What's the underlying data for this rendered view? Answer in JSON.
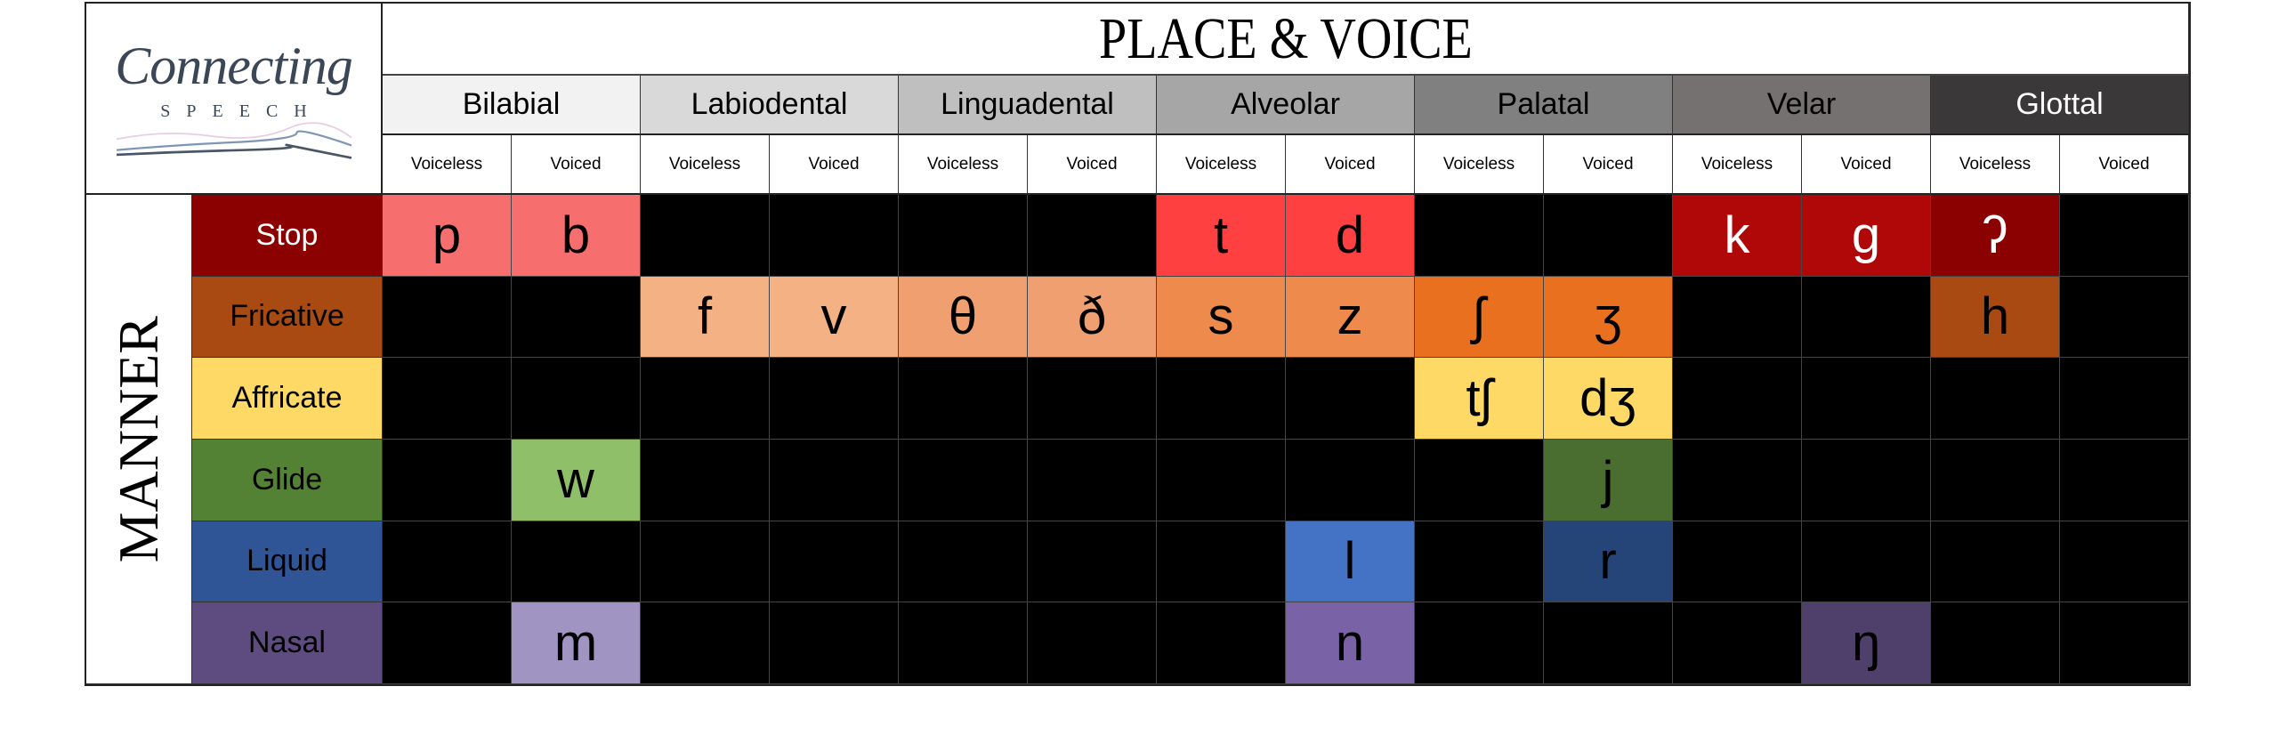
{
  "logo": {
    "main": "Connecting",
    "sub": "SPEECH"
  },
  "title": "PLACE & VOICE",
  "manner_title": "MANNER",
  "places": [
    {
      "label": "Bilabial",
      "color": "#f2f2f2",
      "text_color": "#000000"
    },
    {
      "label": "Labiodental",
      "color": "#d9d9d9",
      "text_color": "#000000"
    },
    {
      "label": "Linguadental",
      "color": "#bfbfbf",
      "text_color": "#000000"
    },
    {
      "label": "Alveolar",
      "color": "#a6a6a6",
      "text_color": "#000000"
    },
    {
      "label": "Palatal",
      "color": "#808080",
      "text_color": "#000000"
    },
    {
      "label": "Velar",
      "color": "#757171",
      "text_color": "#000000"
    },
    {
      "label": "Glottal",
      "color": "#3a3838",
      "text_color": "#ffffff"
    }
  ],
  "voicing": [
    "Voiceless",
    "Voiced"
  ],
  "manners": [
    {
      "label": "Stop",
      "color": "#8b0000",
      "text_color": "#ffffff",
      "cells": [
        {
          "s": "p",
          "bg": "#f76e6e",
          "fg": "#000"
        },
        {
          "s": "b",
          "bg": "#f76e6e",
          "fg": "#000"
        },
        null,
        null,
        null,
        null,
        {
          "s": "t",
          "bg": "#fe4040",
          "fg": "#000"
        },
        {
          "s": "d",
          "bg": "#fe4040",
          "fg": "#000"
        },
        null,
        null,
        {
          "s": "k",
          "bg": "#b00808",
          "fg": "#fff"
        },
        {
          "s": "g",
          "bg": "#b00808",
          "fg": "#fff"
        },
        {
          "s": "ʔ",
          "bg": "#8b0000",
          "fg": "#fff"
        },
        null
      ]
    },
    {
      "label": "Fricative",
      "color": "#a84a12",
      "text_color": "#000000",
      "cells": [
        null,
        null,
        {
          "s": "f",
          "bg": "#f4b183",
          "fg": "#000"
        },
        {
          "s": "v",
          "bg": "#f4b183",
          "fg": "#000"
        },
        {
          "s": "θ",
          "bg": "#f0a070",
          "fg": "#000"
        },
        {
          "s": "ð",
          "bg": "#f0a070",
          "fg": "#000"
        },
        {
          "s": "s",
          "bg": "#ed8a4c",
          "fg": "#000"
        },
        {
          "s": "z",
          "bg": "#ed8a4c",
          "fg": "#000"
        },
        {
          "s": "ʃ",
          "bg": "#e8701f",
          "fg": "#000"
        },
        {
          "s": "ʒ",
          "bg": "#e8701f",
          "fg": "#000"
        },
        null,
        null,
        {
          "s": "h",
          "bg": "#a84a12",
          "fg": "#000"
        },
        null
      ]
    },
    {
      "label": "Affricate",
      "color": "#ffd966",
      "text_color": "#000000",
      "cells": [
        null,
        null,
        null,
        null,
        null,
        null,
        null,
        null,
        {
          "s": "tʃ",
          "bg": "#ffd966",
          "fg": "#000"
        },
        {
          "s": "dʒ",
          "bg": "#ffd966",
          "fg": "#000"
        },
        null,
        null,
        null,
        null
      ]
    },
    {
      "label": "Glide",
      "color": "#548235",
      "text_color": "#000000",
      "cells": [
        null,
        {
          "s": "w",
          "bg": "#8fbf68",
          "fg": "#000"
        },
        null,
        null,
        null,
        null,
        null,
        null,
        null,
        {
          "s": "j",
          "bg": "#4a6e30",
          "fg": "#000"
        },
        null,
        null,
        null,
        null
      ]
    },
    {
      "label": "Liquid",
      "color": "#2f5597",
      "text_color": "#000000",
      "cells": [
        null,
        null,
        null,
        null,
        null,
        null,
        null,
        {
          "s": "l",
          "bg": "#4472c4",
          "fg": "#000"
        },
        null,
        {
          "s": "r",
          "bg": "#254579",
          "fg": "#000"
        },
        null,
        null,
        null,
        null
      ]
    },
    {
      "label": "Nasal",
      "color": "#5e4b80",
      "text_color": "#000000",
      "cells": [
        null,
        {
          "s": "m",
          "bg": "#a094c2",
          "fg": "#000"
        },
        null,
        null,
        null,
        null,
        null,
        {
          "s": "n",
          "bg": "#7962a6",
          "fg": "#000"
        },
        null,
        null,
        null,
        {
          "s": "ŋ",
          "bg": "#4f3f6b",
          "fg": "#000"
        },
        null,
        null
      ]
    }
  ]
}
